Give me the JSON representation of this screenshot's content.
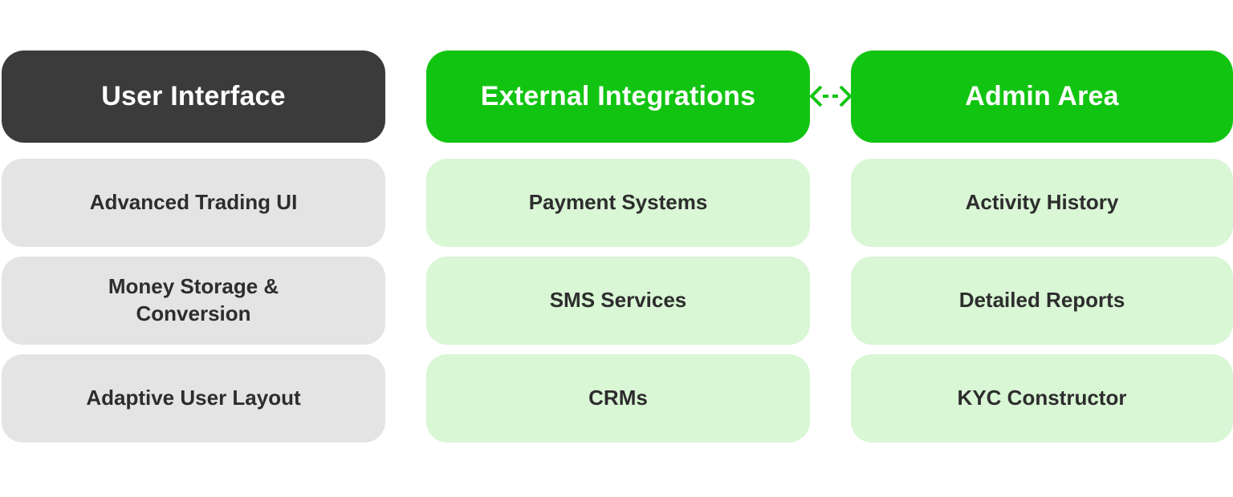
{
  "colors": {
    "dark_header_bg": "#3b3b3b",
    "green_header_bg": "#12c412",
    "light_green_bg": "#d9f6d5",
    "light_gray_bg": "#e4e4e4",
    "header_text": "#ffffff",
    "item_text": "#2d2d2d",
    "arrow_color": "#12c412",
    "page_bg": "#ffffff"
  },
  "columns": [
    {
      "id": "user-interface",
      "header": "User Interface",
      "header_style": "dark",
      "items": [
        "Advanced Trading UI",
        "Money Storage & Conversion",
        "Adaptive User Layout"
      ]
    },
    {
      "id": "external-integrations",
      "header": "External Integrations",
      "header_style": "green",
      "items": [
        "Payment Systems",
        "SMS Services",
        "CRMs"
      ]
    },
    {
      "id": "admin-area",
      "header": "Admin Area",
      "header_style": "green",
      "items": [
        "Activity History",
        "Detailed Reports",
        "KYC Constructor"
      ]
    }
  ],
  "connector": {
    "icon": "bidirectional-dashed-arrow-icon",
    "connects": [
      "External Integrations",
      "Admin Area"
    ]
  }
}
